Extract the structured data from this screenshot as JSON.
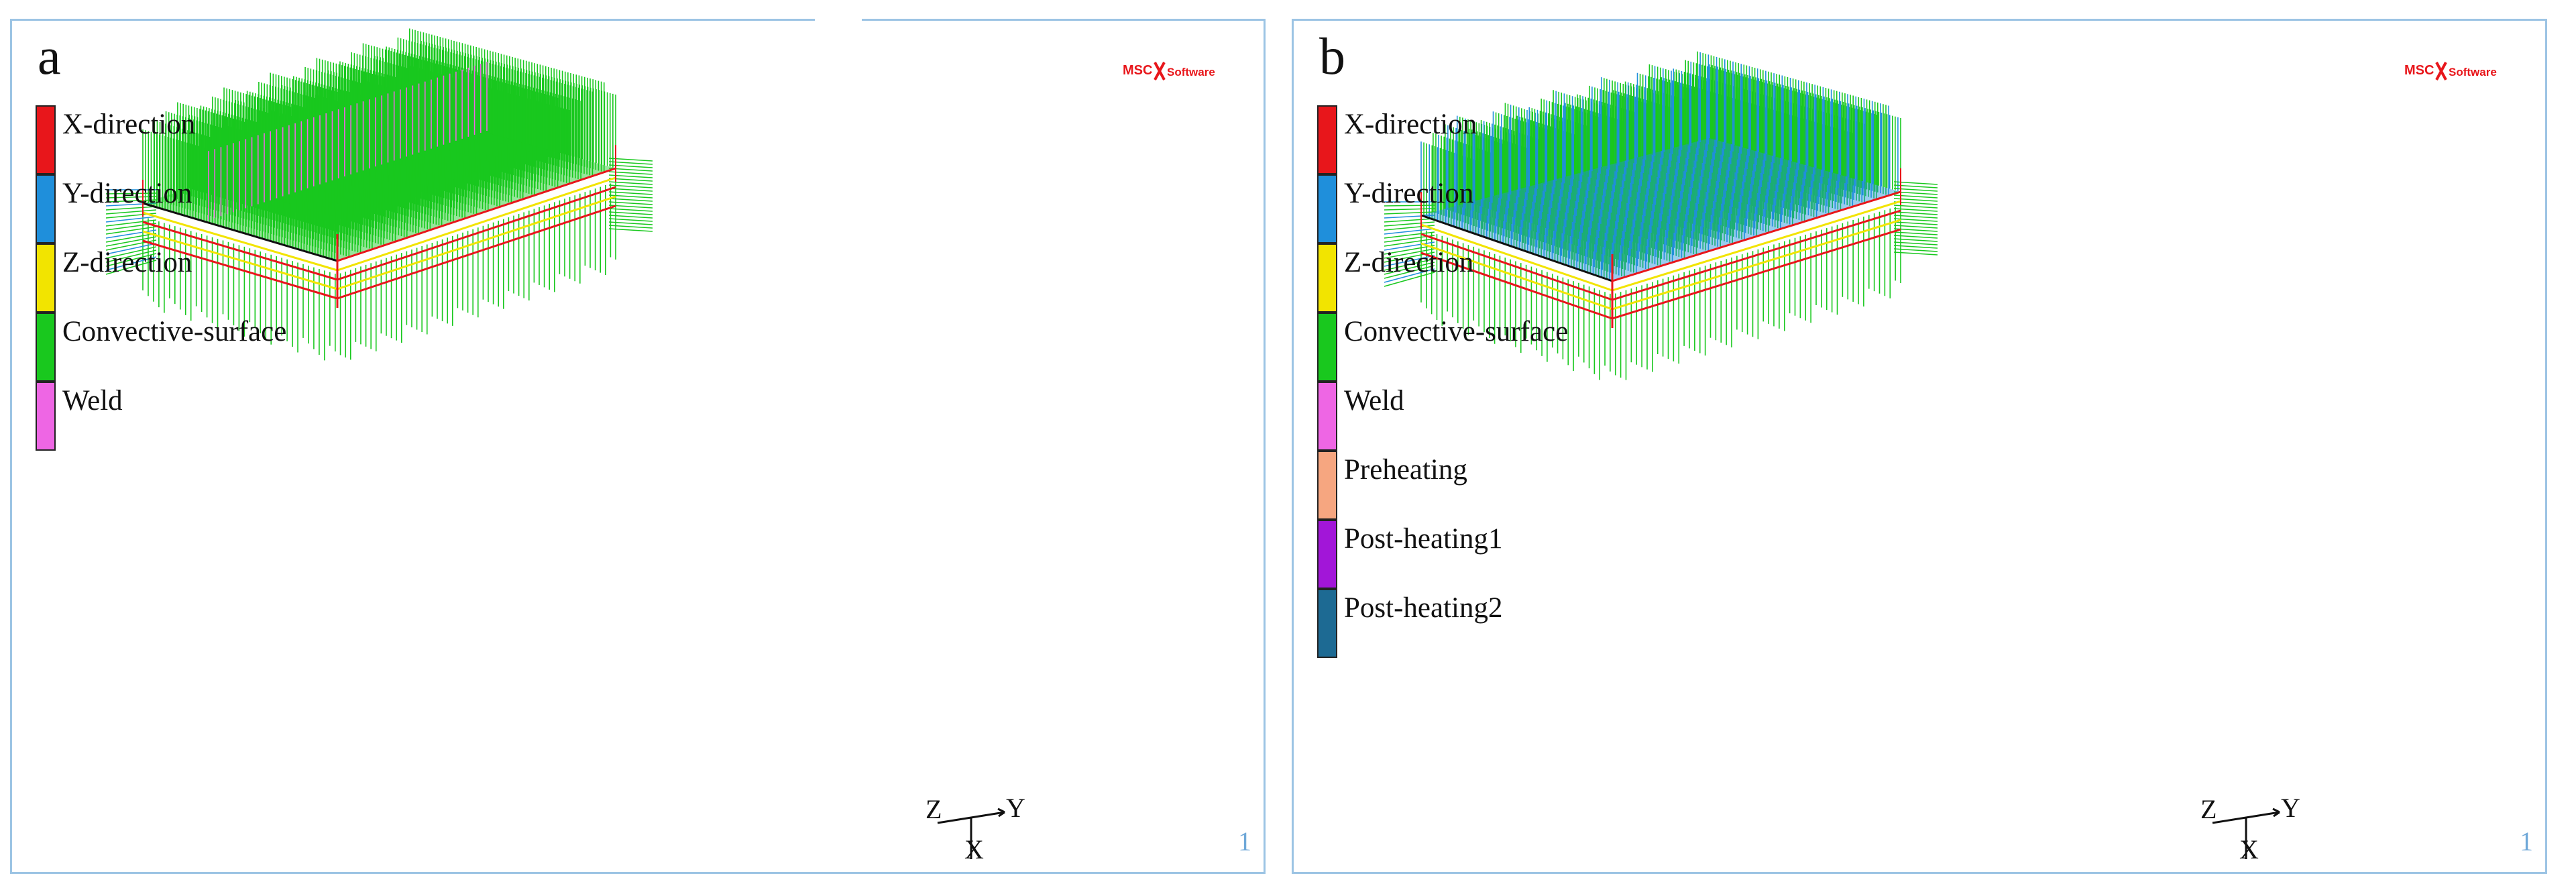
{
  "panels": [
    {
      "letter": "a",
      "logo_text": "MSC Software",
      "page_number": "1",
      "legend": [
        {
          "label": "X-direction",
          "color": "#e8161b"
        },
        {
          "label": "Y-direction",
          "color": "#1f8fdb"
        },
        {
          "label": "Z-direction",
          "color": "#f2e400"
        },
        {
          "label": "Convective-surface",
          "color": "#19c81e"
        },
        {
          "label": "Weld",
          "color": "#ee66e4"
        }
      ],
      "axes": {
        "x": "X",
        "y": "Y",
        "z": "Z"
      }
    },
    {
      "letter": "b",
      "logo_text": "MSC Software",
      "page_number": "1",
      "legend": [
        {
          "label": "X-direction",
          "color": "#e8161b"
        },
        {
          "label": "Y-direction",
          "color": "#1f8fdb"
        },
        {
          "label": "Z-direction",
          "color": "#f2e400"
        },
        {
          "label": "Convective-surface",
          "color": "#19c81e"
        },
        {
          "label": "Weld",
          "color": "#ee66e4"
        },
        {
          "label": "Preheating",
          "color": "#f6a680"
        },
        {
          "label": "Post-heating1",
          "color": "#a216d8"
        },
        {
          "label": "Post-heating2",
          "color": "#1d6a93"
        }
      ],
      "axes": {
        "x": "X",
        "y": "Y",
        "z": "Z"
      }
    }
  ]
}
